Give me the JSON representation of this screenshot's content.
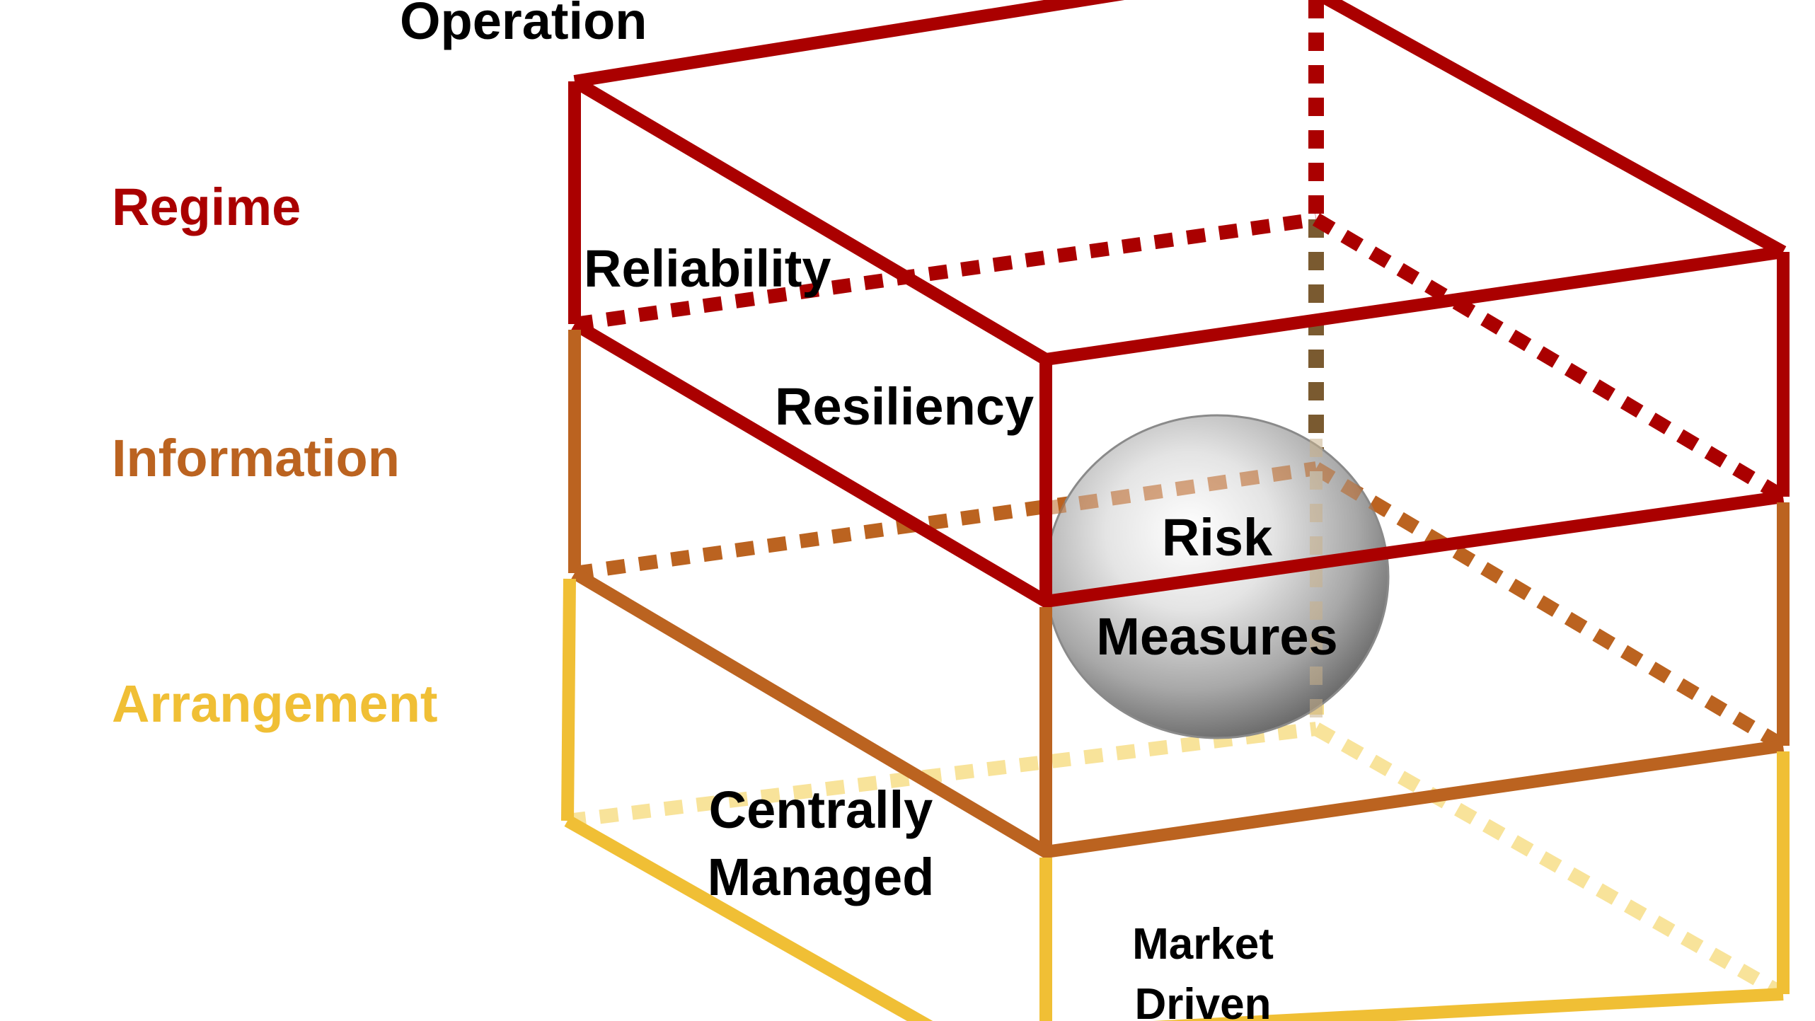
{
  "axis": {
    "operation": "Operation"
  },
  "rows": {
    "regime": {
      "label": "Regime",
      "color": "#AA0000"
    },
    "information": {
      "label": "Information",
      "color": "#BB6320"
    },
    "arrangement": {
      "label": "Arrangement",
      "color": "#F0BF35"
    }
  },
  "dimensions": {
    "reliability": "Reliability",
    "resiliency": "Resiliency"
  },
  "sphere": {
    "line1": "Risk",
    "line2": "Measures"
  },
  "arrangement_types": {
    "centrally": {
      "line1": "Centrally",
      "line2": "Managed"
    },
    "market": {
      "line1": "Market",
      "line2": "Driven"
    }
  },
  "colors": {
    "regime": "#AA0000",
    "information": "#BB6320",
    "arrangement": "#F0BF35",
    "arrangement_faint": "#F8E39A",
    "text": "#000000"
  }
}
